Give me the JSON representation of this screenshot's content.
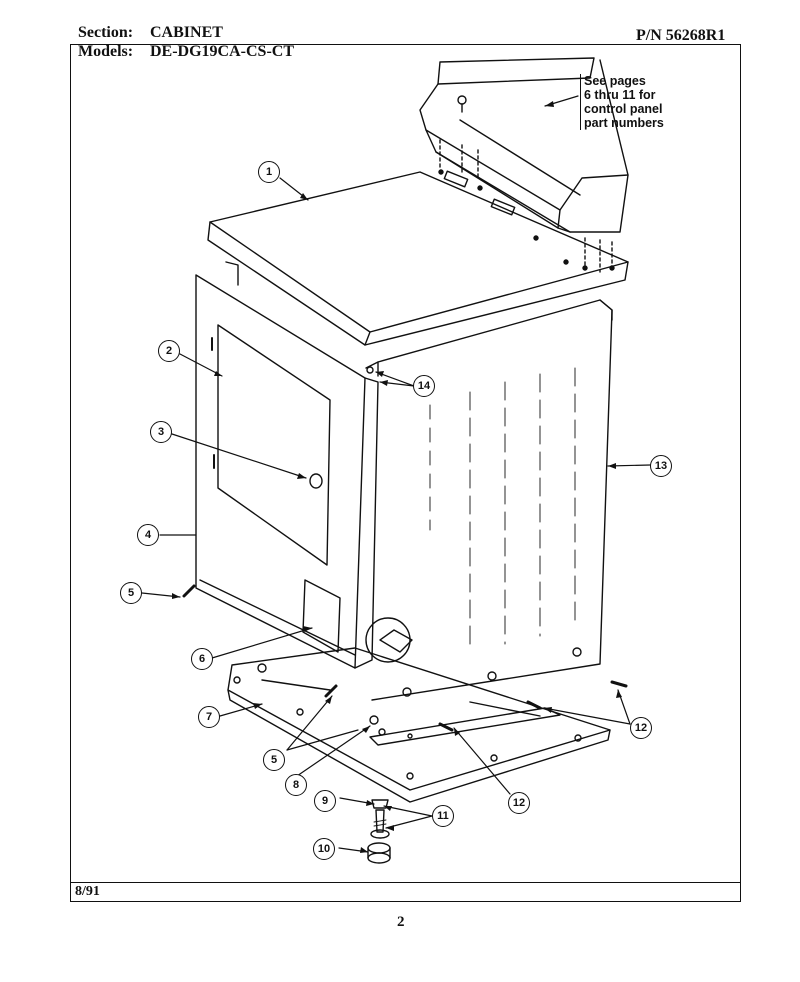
{
  "header": {
    "section_label": "Section:",
    "section_value": "CABINET",
    "part_number": "P/N 56268R1",
    "models_label": "Models:",
    "models_value": "DE-DG19CA-CS-CT"
  },
  "note": {
    "lines": [
      "See pages",
      "6 thru 11 for",
      "control panel",
      "part numbers"
    ]
  },
  "callouts": [
    "1",
    "2",
    "3",
    "4",
    "5",
    "6",
    "7",
    "5",
    "8",
    "9",
    "10",
    "11",
    "12",
    "12",
    "13",
    "14"
  ],
  "footer": {
    "date": "8/91",
    "page": "2"
  }
}
